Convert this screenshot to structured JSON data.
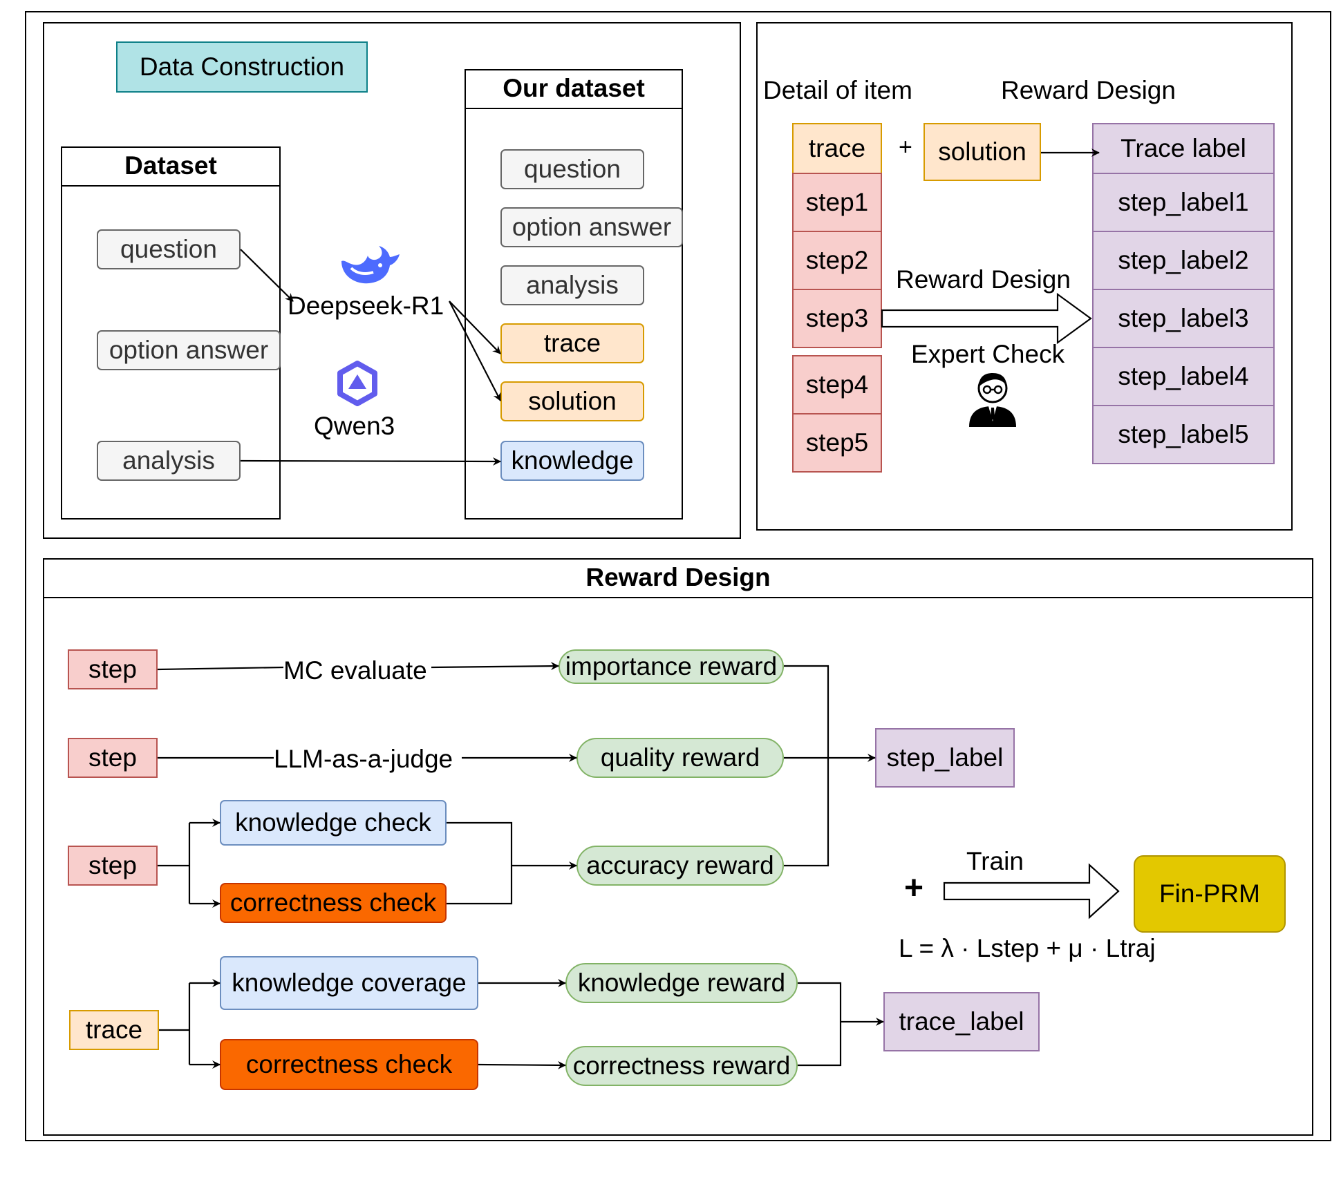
{
  "data_construction": {
    "title": "Data Construction",
    "dataset": {
      "header": "Dataset",
      "items": [
        "question",
        "option answer",
        "analysis"
      ]
    },
    "models": [
      "Deepseek-R1",
      "Qwen3"
    ],
    "our_dataset": {
      "header": "Our dataset",
      "items": [
        "question",
        "option answer",
        "analysis",
        "trace",
        "solution",
        "knowledge"
      ]
    }
  },
  "detail_panel": {
    "detail_header": "Detail of item",
    "reward_header": "Reward Design",
    "trace": "trace",
    "plus": "+",
    "solution": "solution",
    "steps": [
      "step1",
      "step2",
      "step3",
      "step4",
      "step5"
    ],
    "trace_label": "Trace label",
    "step_labels": [
      "step_label1",
      "step_label2",
      "step_label3",
      "step_label4",
      "step_label5"
    ],
    "arrow_top": "Reward Design",
    "arrow_bottom": "Expert Check"
  },
  "reward_design": {
    "title": "Reward Design",
    "rows": [
      {
        "source": "step",
        "method": "MC evaluate",
        "reward": "importance reward"
      },
      {
        "source": "step",
        "method": "LLM-as-a-judge",
        "reward": "quality reward"
      },
      {
        "source": "step",
        "checks": [
          "knowledge check",
          "correctness check"
        ],
        "reward": "accuracy reward"
      },
      {
        "source": "trace",
        "checks": [
          "knowledge coverage",
          "correctness check"
        ],
        "rewards": [
          "knowledge reward",
          "correctness reward"
        ]
      }
    ],
    "step_label": "step_label",
    "trace_label": "trace_label",
    "plus": "+",
    "train": "Train",
    "model": "Fin-PRM",
    "formula": "L = λ · Lstep + μ · Ltraj"
  },
  "colors": {
    "gray_fill": "#f5f5f5",
    "orange_fill": "#ffe6cc",
    "blue_fill": "#dae8fc",
    "red_fill": "#f8cecc",
    "purple_fill": "#e1d5e7",
    "green_fill": "#d5e8d4",
    "dark_orange_fill": "#fa6800",
    "gold_fill": "#e3c800",
    "teal_fill": "#b0e3e6",
    "deepseek_blue": "#4d6bfe",
    "qwen_purple": "#615ced"
  },
  "icons": [
    "deepseek-whale-icon",
    "qwen-logo-icon",
    "expert-person-icon"
  ]
}
